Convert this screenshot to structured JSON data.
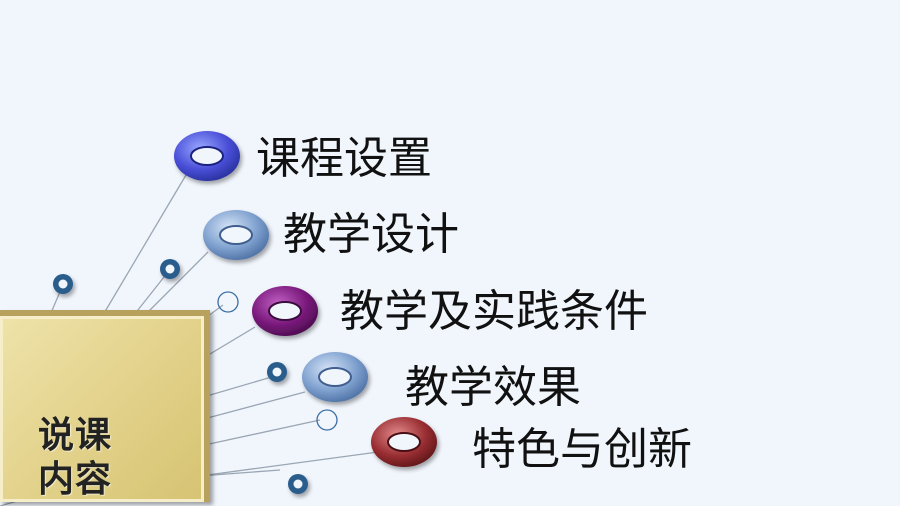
{
  "menu": {
    "items": [
      {
        "label": "课程设置",
        "color": "#4a4fd8"
      },
      {
        "label": "教学设计",
        "color": "#6f93c8"
      },
      {
        "label": "教学及实践条件",
        "color": "#7b1a7d"
      },
      {
        "label": "教学效果",
        "color": "#6f95c9"
      },
      {
        "label": "特色与创新",
        "color": "#9a2f33"
      }
    ]
  },
  "box": {
    "title": "说课内容"
  },
  "decor": {
    "line_color": "#9aa6b3",
    "dot_color": "#2a5d8c"
  }
}
